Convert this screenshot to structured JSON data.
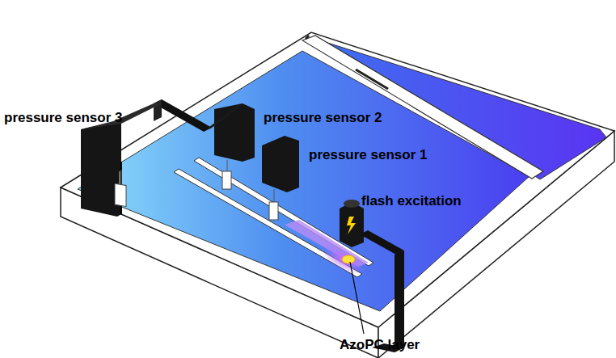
{
  "diagram": {
    "labels": [
      "pressure sensor 3",
      "pressure sensor 2",
      "pressure sensor 1",
      "flash excitation",
      "AzoPC layer"
    ]
  }
}
